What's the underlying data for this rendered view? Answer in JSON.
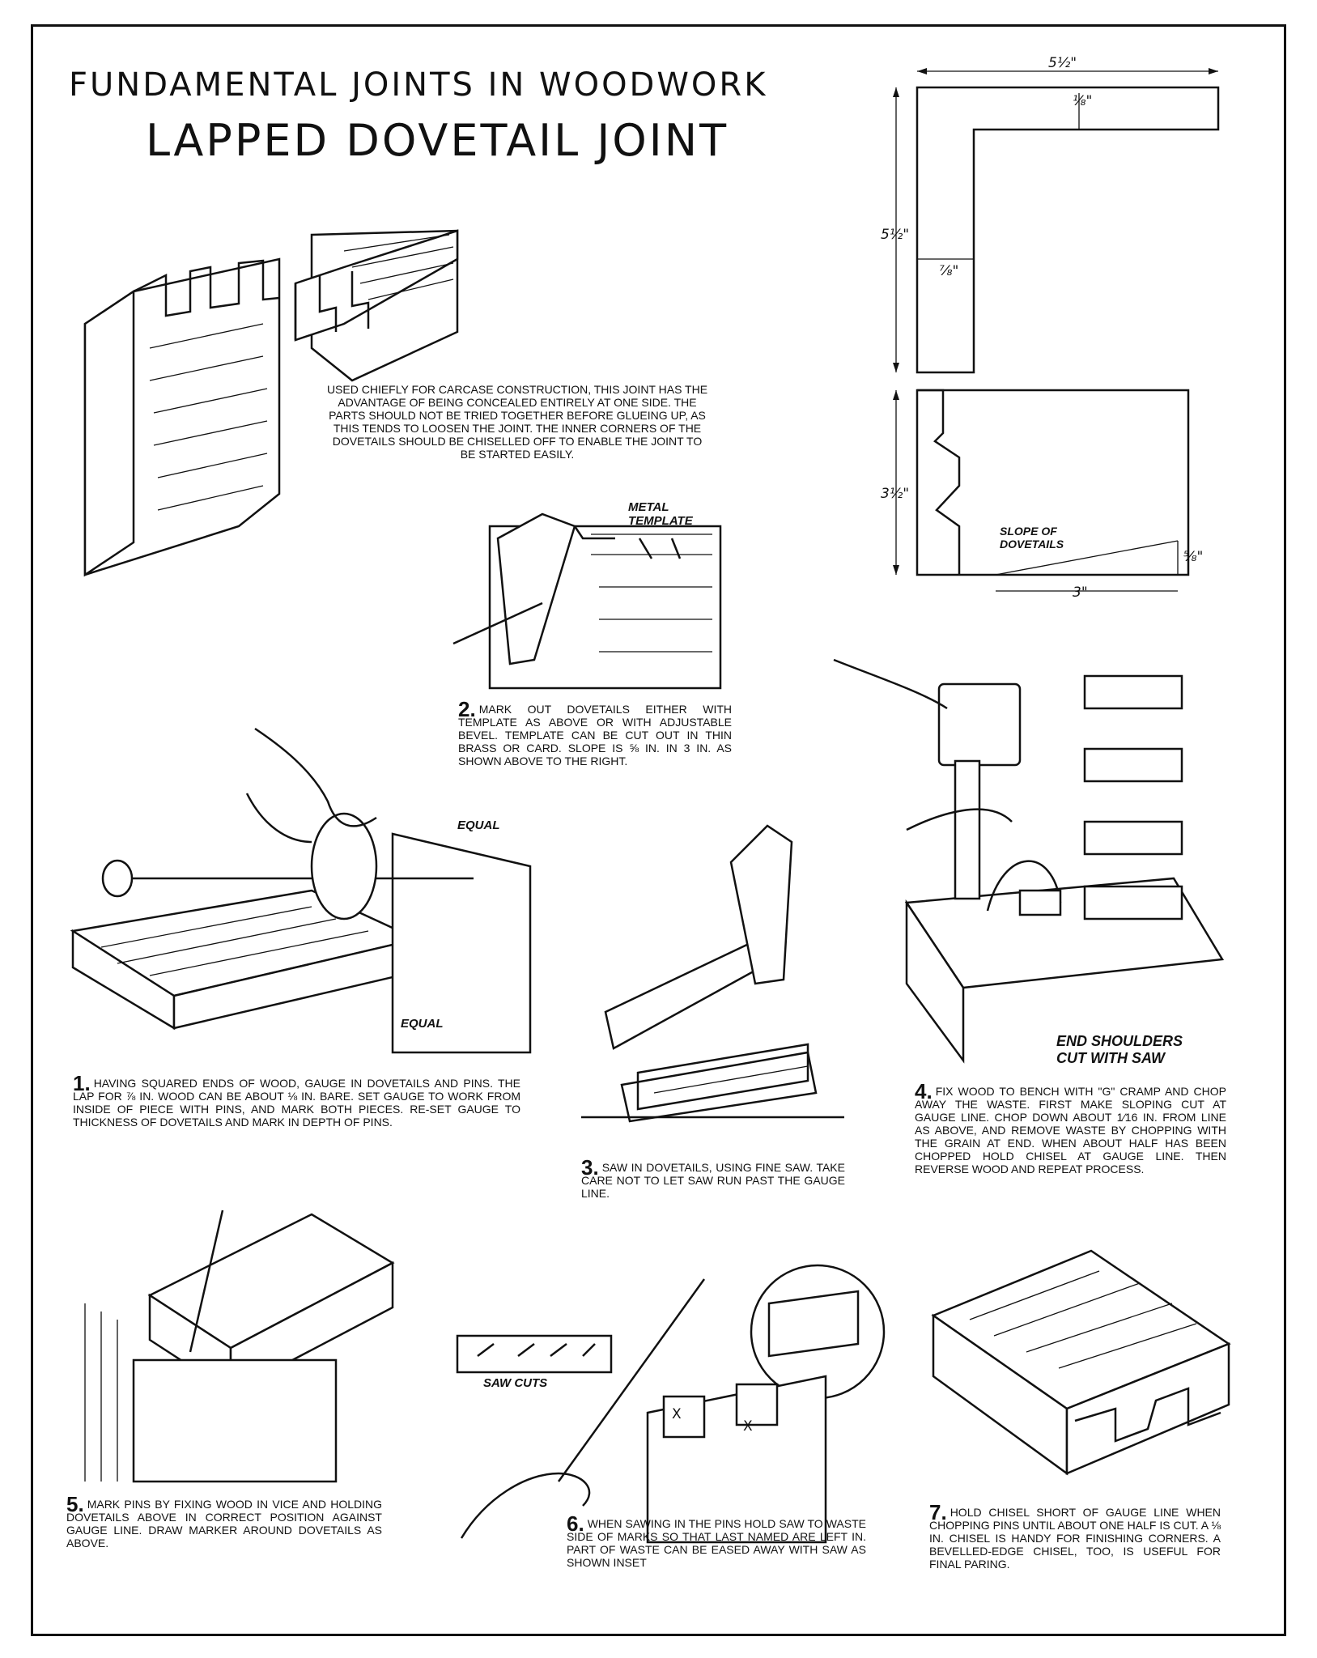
{
  "header": {
    "title": "FUNDAMENTAL JOINTS IN WOODWORK",
    "subtitle": "LAPPED DOVETAIL JOINT"
  },
  "intro": "USED CHIEFLY FOR CARCASE CONSTRUCTION, THIS JOINT HAS THE ADVANTAGE OF BEING CONCEALED ENTIRELY AT ONE SIDE. THE PARTS SHOULD NOT BE TRIED TOGETHER BEFORE GLUEING UP, AS THIS TENDS TO LOOSEN THE JOINT. THE INNER CORNERS OF THE DOVETAILS SHOULD BE CHISELLED OFF TO ENABLE THE JOINT TO BE STARTED EASILY.",
  "dimensions": {
    "width_top": "5½\"",
    "lap": "⅛\"",
    "height_left": "5½\"",
    "thickness": "⅞\"",
    "height_lower": "3½\"",
    "slope_run": "3\"",
    "slope_rise": "⅝\"",
    "slope_label": "SLOPE OF DOVETAILS"
  },
  "labels": {
    "metal_template": "METAL TEMPLATE",
    "equal_top": "EQUAL",
    "equal_bottom": "EQUAL",
    "end_shoulders": "END SHOULDERS CUT WITH SAW",
    "saw_cuts": "SAW CUTS",
    "mark_x": "X"
  },
  "steps": [
    {
      "num": "1.",
      "text": "HAVING SQUARED ENDS OF WOOD, GAUGE IN DOVETAILS AND PINS. THE LAP FOR ⅞ IN. WOOD CAN BE ABOUT ⅛ IN. BARE. SET GAUGE TO WORK FROM INSIDE OF PIECE WITH PINS, AND MARK BOTH PIECES. RE-SET GAUGE TO THICKNESS OF DOVETAILS AND MARK IN DEPTH OF PINS."
    },
    {
      "num": "2.",
      "text": "MARK OUT DOVETAILS EITHER WITH TEMPLATE AS ABOVE OR WITH ADJUSTABLE BEVEL. TEMPLATE CAN BE CUT OUT IN THIN BRASS OR CARD. SLOPE IS ⅝ IN. IN 3 IN. AS SHOWN ABOVE TO THE RIGHT."
    },
    {
      "num": "3.",
      "text": "SAW IN DOVETAILS, USING FINE SAW. TAKE CARE NOT TO LET SAW RUN PAST THE GAUGE LINE."
    },
    {
      "num": "4.",
      "text": "FIX WOOD TO BENCH WITH \"G\" CRAMP AND CHOP AWAY THE WASTE. FIRST MAKE SLOPING CUT AT GAUGE LINE. CHOP DOWN ABOUT 1⁄16 IN. FROM LINE AS ABOVE, AND REMOVE WASTE BY CHOPPING WITH THE GRAIN AT END. WHEN ABOUT HALF HAS BEEN CHOPPED HOLD CHISEL AT GAUGE LINE. THEN REVERSE WOOD AND REPEAT PROCESS."
    },
    {
      "num": "5.",
      "text": "MARK PINS BY FIXING WOOD IN VICE AND HOLDING DOVETAILS ABOVE IN CORRECT POSITION AGAINST GAUGE LINE. DRAW MARKER AROUND DOVETAILS AS ABOVE."
    },
    {
      "num": "6.",
      "text": "WHEN SAWING IN THE PINS HOLD SAW TO WASTE SIDE OF MARKS SO THAT LAST NAMED ARE LEFT IN. PART OF WASTE CAN BE EASED AWAY WITH SAW AS SHOWN INSET"
    },
    {
      "num": "7.",
      "text": "HOLD CHISEL SHORT OF GAUGE LINE WHEN CHOPPING PINS UNTIL ABOUT ONE HALF IS CUT. A ⅛ IN. CHISEL IS HANDY FOR FINISHING CORNERS. A BEVELLED-EDGE CHISEL, TOO, IS USEFUL FOR FINAL PARING."
    }
  ],
  "icons": [
    "dovetail-pieces-illustration",
    "l-shape-dimension-diagram",
    "template-marking-illustration",
    "gauging-illustration",
    "sawing-illustration",
    "chopping-illustration",
    "marking-pins-illustration",
    "sawing-pins-illustration",
    "finished-joint-illustration"
  ]
}
